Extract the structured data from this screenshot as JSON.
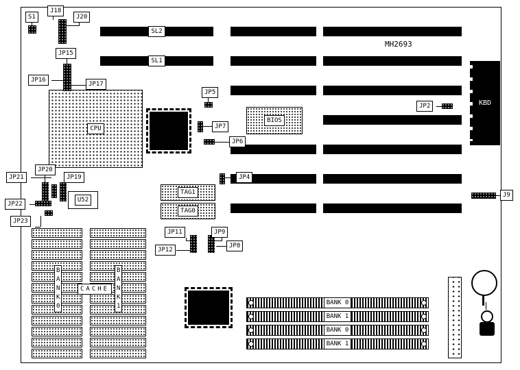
{
  "model": "MH2693",
  "slots": {
    "sl1": "SL1",
    "sl2": "SL2"
  },
  "chips": {
    "cpu": "CPU",
    "bios": "BIOS",
    "kbd": "KBD",
    "tag1": "TAG1",
    "tag0": "TAG0",
    "u52": "U52",
    "cache": "CACHE"
  },
  "memory": {
    "simm_banks": [
      "BANK 0",
      "BANK 1",
      "BANK 0",
      "BANK 1"
    ],
    "cache_bank0_vertical": "B\nA\nN\nK\n0",
    "cache_bank1_vertical": "B\nA\nN\nK\n1"
  },
  "jumpers": {
    "s1": "S1",
    "j18": "J18",
    "j20": "J20",
    "j9": "J9",
    "jp2": "JP2",
    "jp4": "JP4",
    "jp5": "JP5",
    "jp6": "JP6",
    "jp7": "JP7",
    "jp8": "JP8",
    "jp9": "JP9",
    "jp11": "JP11",
    "jp12": "JP12",
    "jp15": "JP15",
    "jp16": "JP16",
    "jp17": "JP17",
    "jp19": "JP19",
    "jp20": "JP20",
    "jp21": "JP21",
    "jp22": "JP22",
    "jp23": "JP23"
  }
}
